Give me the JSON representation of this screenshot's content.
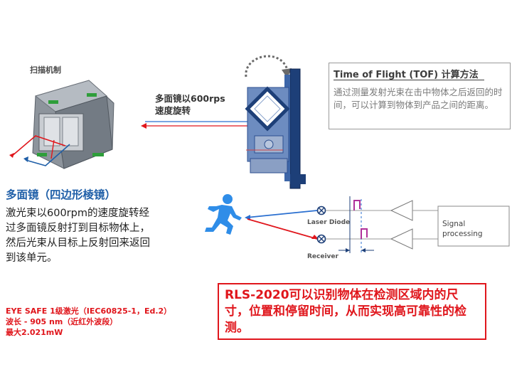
{
  "left": {
    "scan_title": "扫描机制",
    "mirror_heading": "多面镜（四边形棱镜）",
    "mirror_desc": "激光束以600rpm的速度旋转经过多面镜反射打到目标物体上，然后光束从目标上反射回来返回到该单元。",
    "spec_lines": [
      "EYE SAFE 1级激光（IEC60825-1，Ed.2）",
      "波长 - 905 nm（近红外波段）",
      "最大2.021mW"
    ]
  },
  "center": {
    "rotation_label_1": "多面镜以600rps",
    "rotation_label_2": "速度旋转"
  },
  "tof": {
    "title": "Time of Flight (TOF) 计算方法",
    "body": "通过测量发射光束在击中物体之后返回的时间，可以计算到物体到产品之间的距离。"
  },
  "diagram": {
    "laser_label": "Laser Diode",
    "receiver_label": "Receiver",
    "signal_label_1": "Signal",
    "signal_label_2": "processing"
  },
  "callout": {
    "text": "RLS-2020可以识别物体在检测区域内的尺寸，位置和停留时间，从而实现高可靠性的检测。"
  },
  "colors": {
    "heading_blue": "#1f5fa8",
    "alert_red": "#e0161c",
    "beam_blue": "#2a6fd0",
    "figure_blue": "#2f8de8"
  }
}
